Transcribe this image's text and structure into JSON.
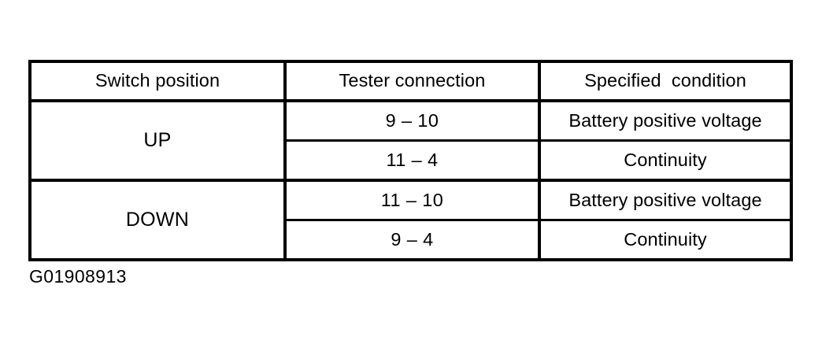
{
  "figure": {
    "caption": "G01908913"
  },
  "table": {
    "headers": [
      "Switch position",
      "Tester connection",
      "Specified  condition"
    ],
    "groups": [
      {
        "switch_position": "UP",
        "rows": [
          {
            "tester_connection": "9 – 10",
            "specified_condition": "Battery positive voltage"
          },
          {
            "tester_connection": "11 – 4",
            "specified_condition": "Continuity"
          }
        ]
      },
      {
        "switch_position": "DOWN",
        "rows": [
          {
            "tester_connection": "11 – 10",
            "specified_condition": "Battery positive voltage"
          },
          {
            "tester_connection": "9 – 4",
            "specified_condition": "Continuity"
          }
        ]
      }
    ]
  },
  "colors": {
    "ink": "#000000",
    "paper": "#ffffff"
  }
}
